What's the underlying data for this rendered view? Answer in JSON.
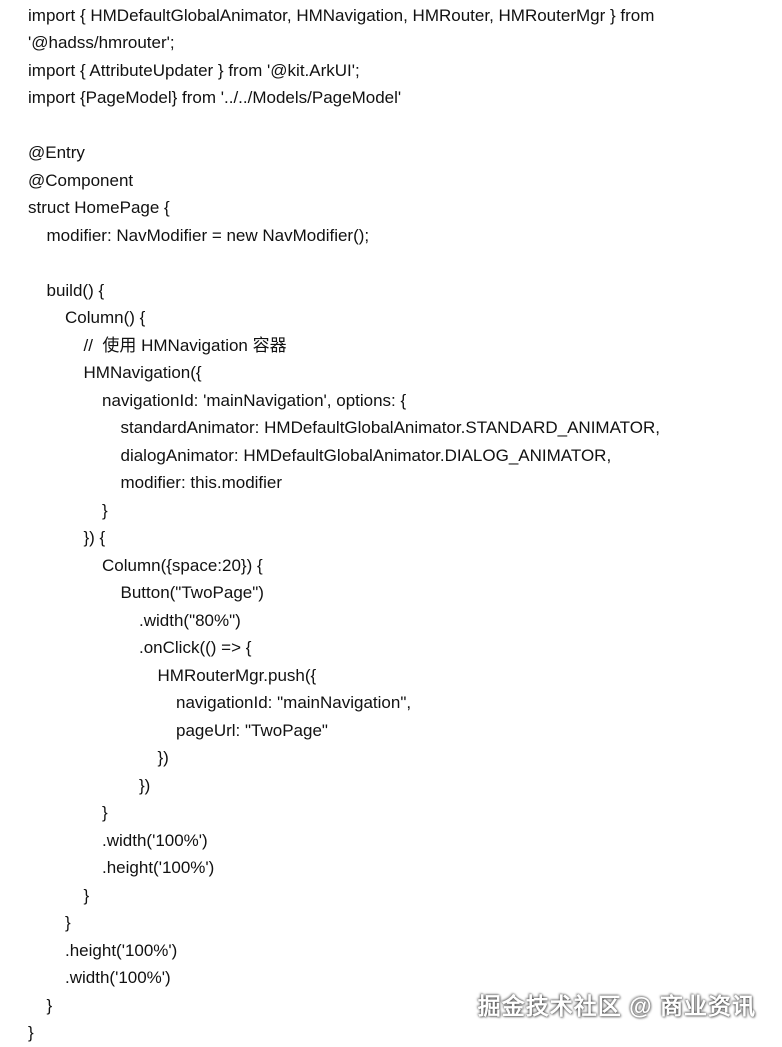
{
  "code": {
    "lines": [
      {
        "indent": 0,
        "text": "import { HMDefaultGlobalAnimator, HMNavigation, HMRouter, HMRouterMgr } from"
      },
      {
        "indent": 0,
        "text": "'@hadss/hmrouter';"
      },
      {
        "indent": 0,
        "text": "import { AttributeUpdater } from '@kit.ArkUI';"
      },
      {
        "indent": 0,
        "text": "import {PageModel} from '../../Models/PageModel'"
      },
      {
        "indent": 0,
        "text": ""
      },
      {
        "indent": 0,
        "text": "@Entry"
      },
      {
        "indent": 0,
        "text": "@Component"
      },
      {
        "indent": 0,
        "text": "struct HomePage {"
      },
      {
        "indent": 1,
        "text": "modifier: NavModifier = new NavModifier();"
      },
      {
        "indent": 0,
        "text": ""
      },
      {
        "indent": 1,
        "text": "build() {"
      },
      {
        "indent": 2,
        "text": "Column() {"
      },
      {
        "indent": 3,
        "text": "//  使用 HMNavigation 容器"
      },
      {
        "indent": 3,
        "text": "HMNavigation({"
      },
      {
        "indent": 4,
        "text": "navigationId: 'mainNavigation', options: {"
      },
      {
        "indent": 5,
        "text": "standardAnimator: HMDefaultGlobalAnimator.STANDARD_ANIMATOR,"
      },
      {
        "indent": 5,
        "text": "dialogAnimator: HMDefaultGlobalAnimator.DIALOG_ANIMATOR,"
      },
      {
        "indent": 5,
        "text": "modifier: this.modifier"
      },
      {
        "indent": 4,
        "text": "}"
      },
      {
        "indent": 3,
        "text": "}) {"
      },
      {
        "indent": 4,
        "text": "Column({space:20}) {"
      },
      {
        "indent": 5,
        "text": "Button(\"TwoPage\")"
      },
      {
        "indent": 6,
        "text": ".width(\"80%\")"
      },
      {
        "indent": 6,
        "text": ".onClick(() => {"
      },
      {
        "indent": 7,
        "text": "HMRouterMgr.push({"
      },
      {
        "indent": 8,
        "text": "navigationId: \"mainNavigation\","
      },
      {
        "indent": 8,
        "text": "pageUrl: \"TwoPage\""
      },
      {
        "indent": 7,
        "text": "})"
      },
      {
        "indent": 6,
        "text": "})"
      },
      {
        "indent": 4,
        "text": "}"
      },
      {
        "indent": 4,
        "text": ".width('100%')"
      },
      {
        "indent": 4,
        "text": ".height('100%')"
      },
      {
        "indent": 3,
        "text": "}"
      },
      {
        "indent": 2,
        "text": "}"
      },
      {
        "indent": 2,
        "text": ".height('100%')"
      },
      {
        "indent": 2,
        "text": ".width('100%')"
      },
      {
        "indent": 1,
        "text": "}"
      },
      {
        "indent": 0,
        "text": "}"
      }
    ]
  },
  "watermark": {
    "text": "掘金技术社区 @ 商业资讯"
  }
}
